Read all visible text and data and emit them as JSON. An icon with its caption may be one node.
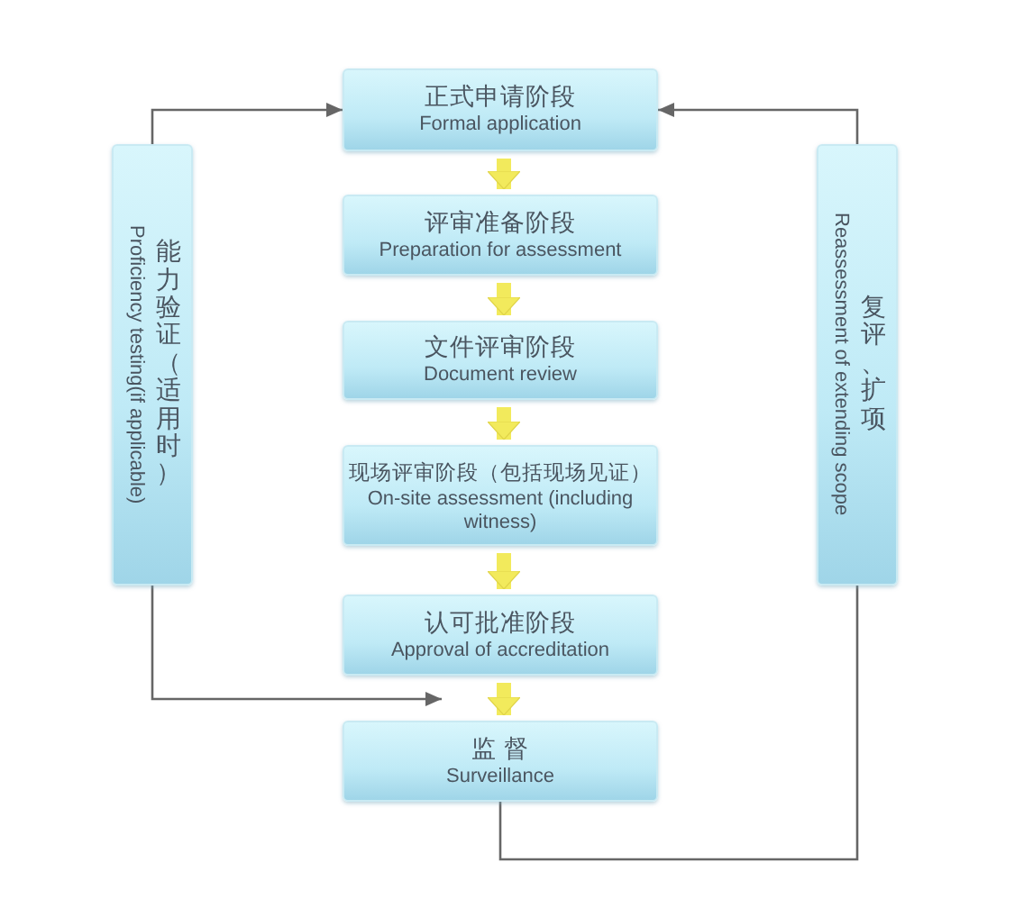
{
  "diagram": {
    "nodes": [
      {
        "text": [
          "正式申请阶段",
          "Formal application"
        ]
      },
      {
        "text": [
          "评审准备阶段",
          "Preparation for assessment"
        ]
      },
      {
        "text": [
          "文件评审阶段",
          "Document review"
        ]
      },
      {
        "text": [
          "现场评审阶段（包括现场见证）",
          "On-site assessment (including witness)"
        ]
      },
      {
        "text": [
          "认可批准阶段",
          "Approval of accreditation"
        ]
      },
      {
        "text": [
          "监 督",
          "Surveillance"
        ]
      },
      {
        "text": [
          "能力验证（适用时）",
          "Proficiency testing(if applicable)"
        ]
      },
      {
        "text": [
          "复评、扩项",
          "Reassessment of extending scope"
        ]
      }
    ],
    "edges": [
      {
        "from": 0,
        "to": 1,
        "arrow": "to"
      },
      {
        "from": 1,
        "to": 2,
        "arrow": "to"
      },
      {
        "from": 2,
        "to": 3,
        "arrow": "to"
      },
      {
        "from": 3,
        "to": 4,
        "arrow": "to"
      },
      {
        "from": 4,
        "to": 5,
        "arrow": "to"
      },
      {
        "from": 6,
        "to": 0,
        "arrow": "to",
        "color": "#666666"
      },
      {
        "from": 6,
        "to": 4,
        "arrow": "to",
        "color": "#666666"
      },
      {
        "from": 5,
        "to": 7,
        "arrow": "none",
        "color": "#666666"
      },
      {
        "from": 7,
        "to": 0,
        "arrow": "to",
        "color": "#666666"
      }
    ]
  }
}
